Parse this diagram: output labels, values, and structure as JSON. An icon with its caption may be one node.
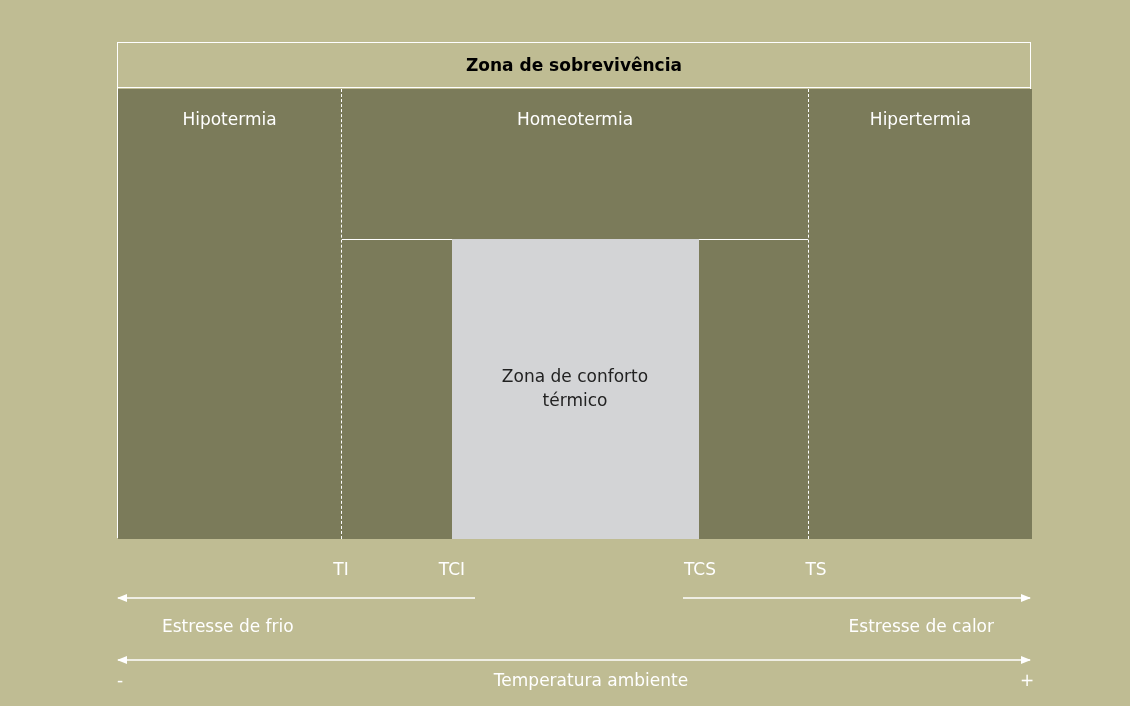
{
  "diagram": {
    "nodes": [
      {
        "text": [
          "Zona de sobrevivência"
        ]
      },
      {
        "text": [
          "Hipotermia"
        ],
        "in": 0
      },
      {
        "text": [
          "Homeotermia"
        ],
        "in": 0
      },
      {
        "text": [
          "Hipertermia"
        ],
        "in": 0
      },
      {
        "text": [
          "Zona de conforto térmico"
        ],
        "in": 2
      }
    ],
    "labels": [
      "TI",
      "TCI",
      "TCS",
      "TS",
      "Estresse de frio",
      "Estresse de calor",
      "Temperatura ambiente",
      "-",
      "+"
    ]
  }
}
